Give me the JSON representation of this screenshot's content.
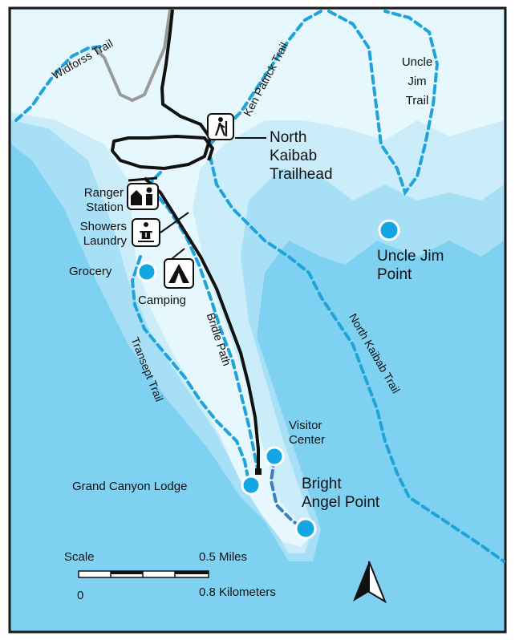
{
  "colors": {
    "frame": "#1a1a1a",
    "land_outer": "#7fd1f2",
    "land_mid": "#a7e0f6",
    "land_inner": "#cbedfa",
    "plateau": "#e6f7fd",
    "trail": "#1fa3d9",
    "road": "#111111",
    "gray_road": "#9a9a9a",
    "point": "#14a6e2"
  },
  "trails": {
    "widforss": "Widforss Trail",
    "ken_patrick": "Ken Patrick Trail",
    "uncle_jim": [
      "Uncle",
      "Jim",
      "Trail"
    ],
    "north_kaibab": "North Kaibab Trail",
    "bridle": "Bridle Path",
    "transept": "Transept Trail"
  },
  "labels": {
    "trailhead": [
      "North",
      "Kaibab",
      "Trailhead"
    ],
    "ranger": [
      "Ranger",
      "Station"
    ],
    "showers": [
      "Showers",
      "Laundry"
    ],
    "grocery": "Grocery",
    "camping": "Camping",
    "uncle_jim_point": [
      "Uncle Jim",
      "Point"
    ],
    "visitor": [
      "Visitor",
      "Center"
    ],
    "lodge": "Grand Canyon Lodge",
    "bright_angel": [
      "Bright",
      "Angel Point"
    ]
  },
  "icons": {
    "hiker": "hiker-icon",
    "ranger": "ranger-station-icon",
    "showers": "showers-laundry-icon",
    "camping": "camping-tent-icon",
    "north": "north-arrow-icon"
  },
  "scale": {
    "title": "Scale",
    "zero": "0",
    "miles": "0.5 Miles",
    "km": "0.8 Kilometers"
  }
}
